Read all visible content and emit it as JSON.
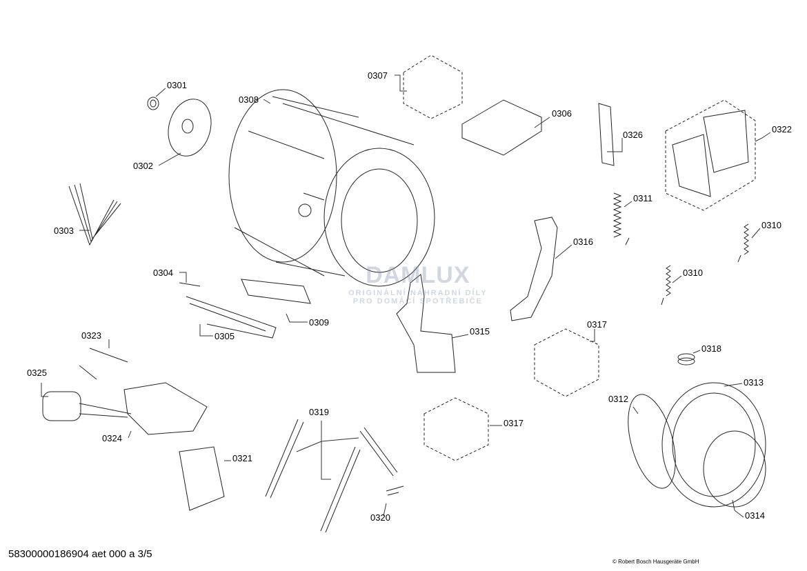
{
  "document_id": "58300000186904 aet 000 a 3/5",
  "copyright": "© Robert Bosch Hausgeräte GmbH",
  "watermark": {
    "brand": "DAMLUX",
    "line1": "ORIGINÁLNÍ NÁHRADNÍ DÍLY",
    "line2": "PRO DOMÁCÍ SPOTŘEBIČE"
  },
  "parts": {
    "p0301": "0301",
    "p0302": "0302",
    "p0303": "0303",
    "p0304": "0304",
    "p0305": "0305",
    "p0306": "0306",
    "p0307": "0307",
    "p0308": "0308",
    "p0309": "0309",
    "p0310a": "0310",
    "p0310b": "0310",
    "p0311": "0311",
    "p0312": "0312",
    "p0313": "0313",
    "p0314": "0314",
    "p0315": "0315",
    "p0316": "0316",
    "p0317a": "0317",
    "p0317b": "0317",
    "p0318": "0318",
    "p0319": "0319",
    "p0320": "0320",
    "p0321": "0321",
    "p0322": "0322",
    "p0323": "0323",
    "p0324": "0324",
    "p0325": "0325",
    "p0326": "0326"
  }
}
